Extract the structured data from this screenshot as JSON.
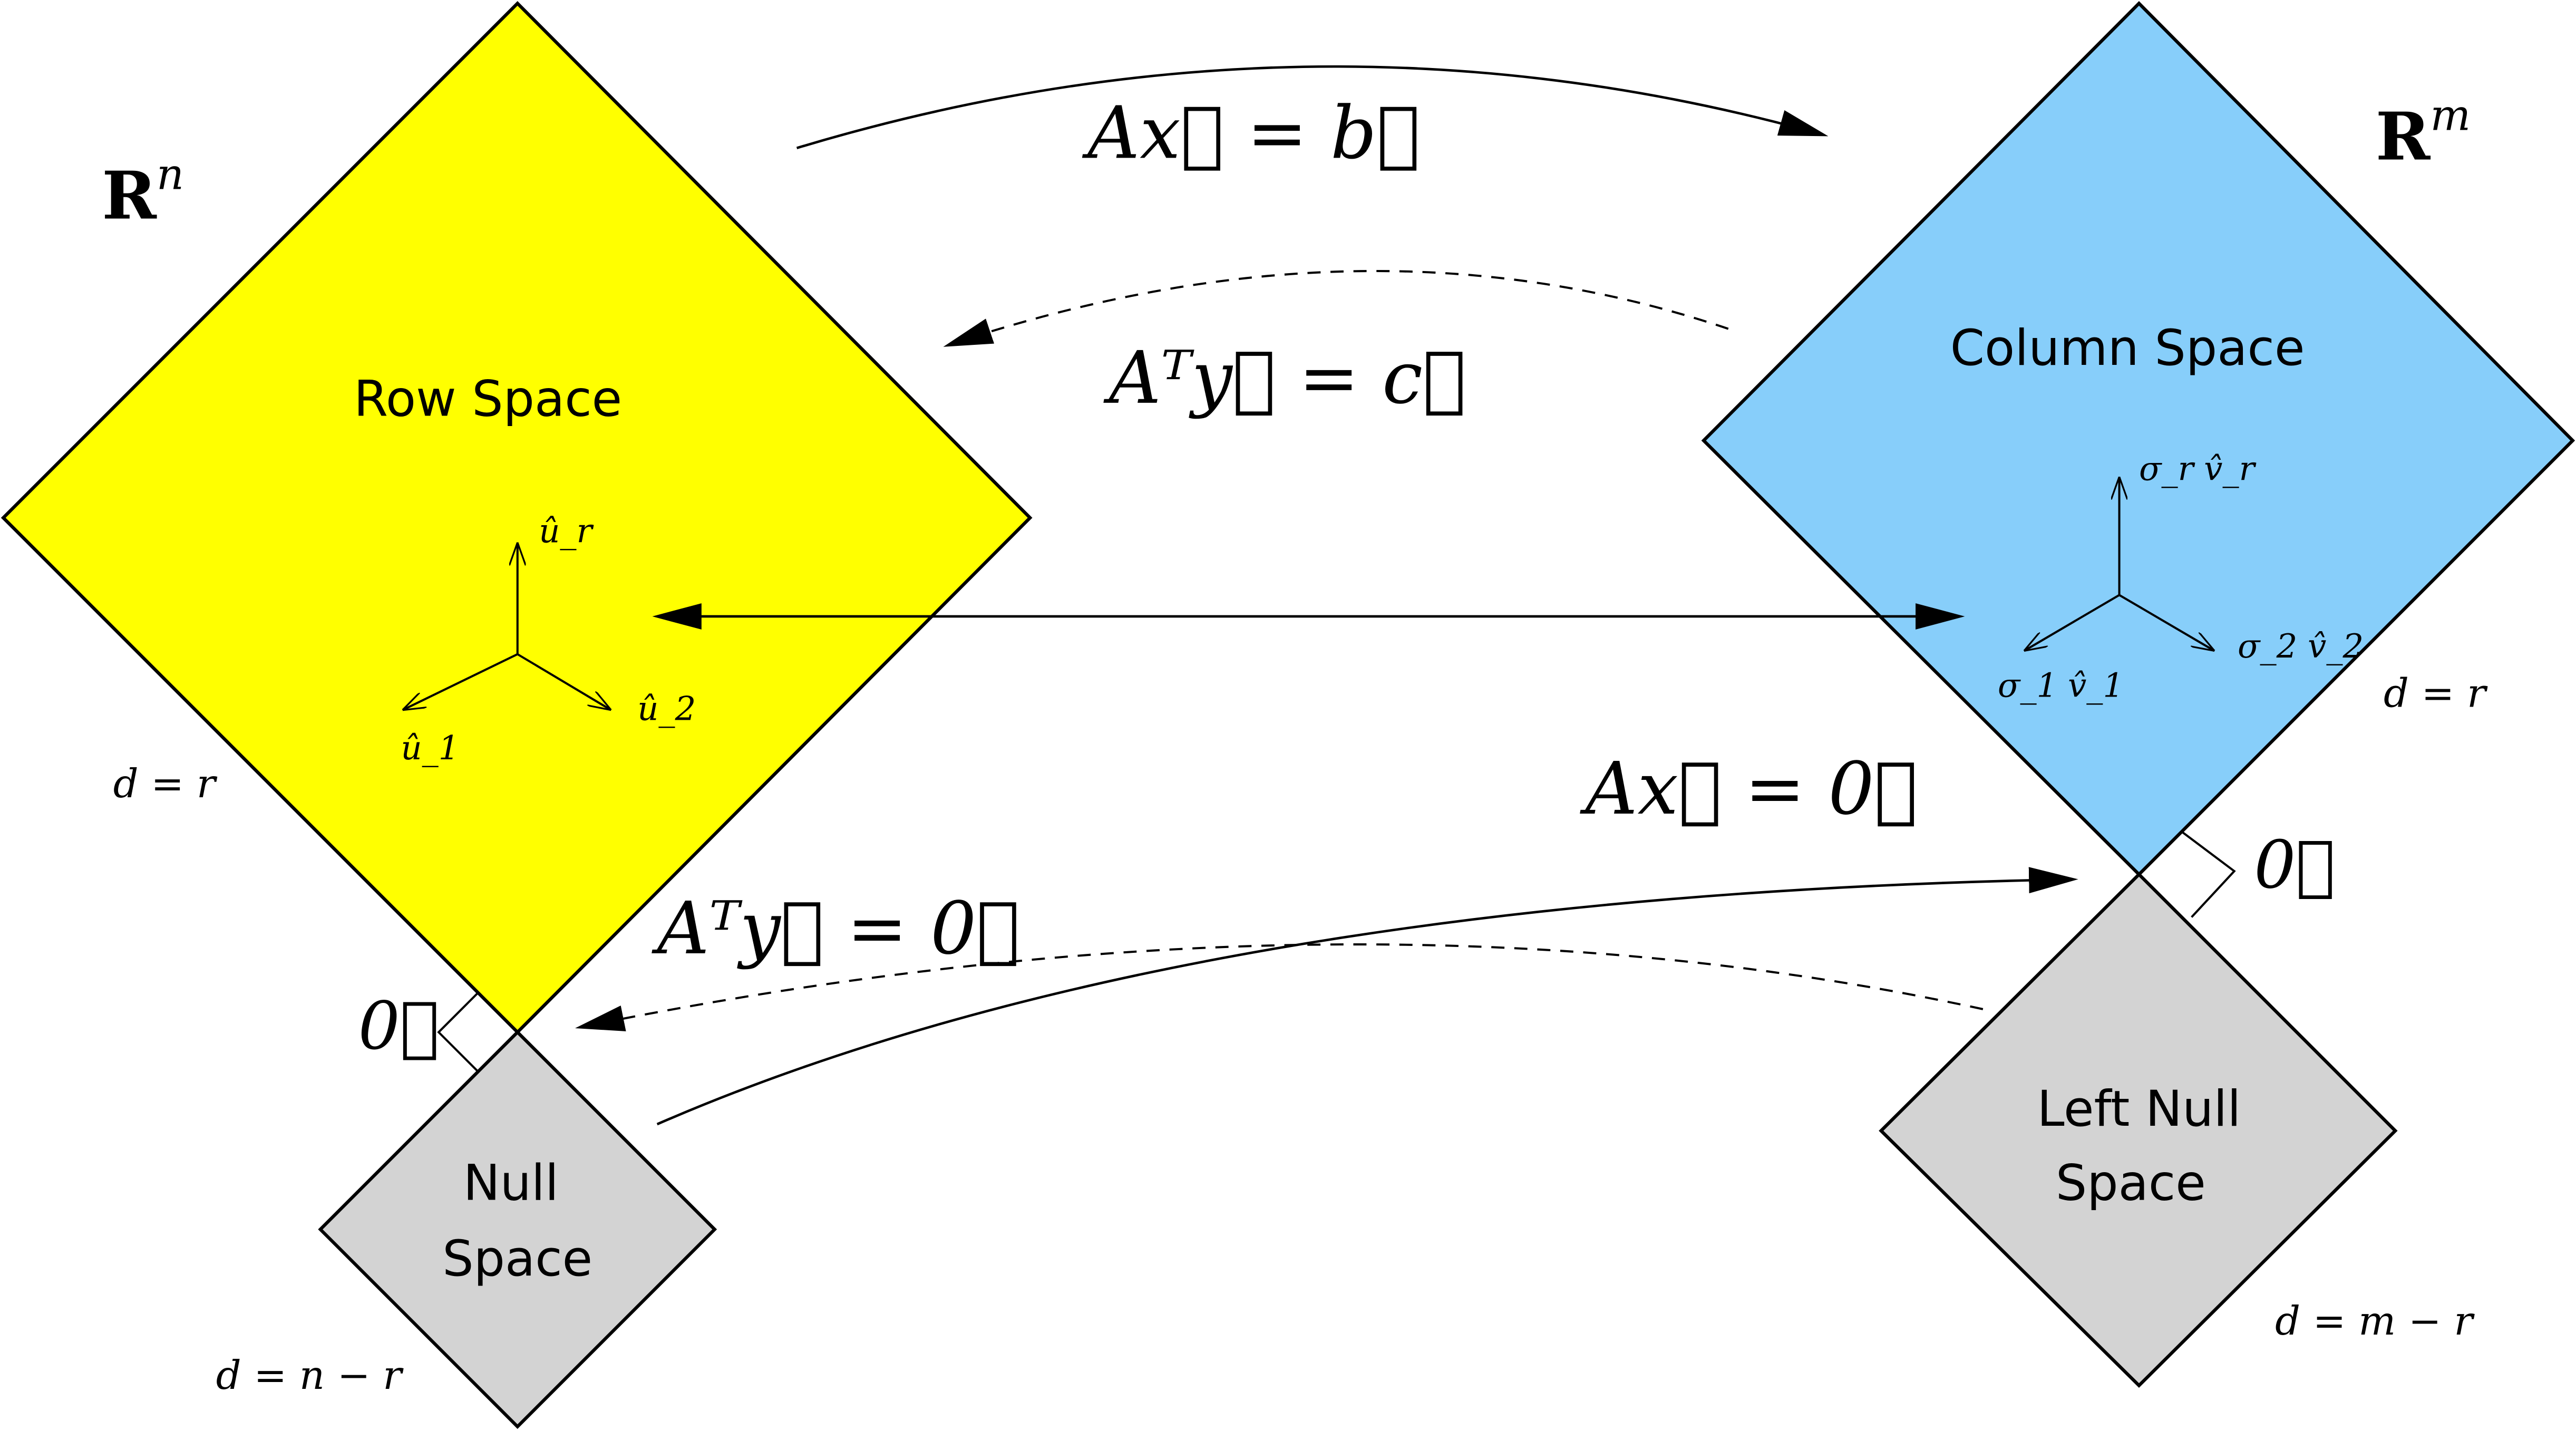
{
  "colors": {
    "row_space": "#ffff00",
    "column_space": "#87cefa",
    "null_spaces": "#d3d3d3",
    "stroke": "#000000"
  },
  "spaces": {
    "domain": {
      "label": "R",
      "exponent": "n"
    },
    "codomain": {
      "label": "R",
      "exponent": "m"
    }
  },
  "regions": {
    "row_space": {
      "label": "Row Space",
      "dimension": "d = r",
      "basis": [
        "û_r",
        "û_1",
        "û_2"
      ]
    },
    "column_space": {
      "label": "Column Space",
      "dimension": "d = r",
      "basis": [
        "σ_r v̂_r",
        "σ_1 v̂_1",
        "σ_2 v̂_2"
      ]
    },
    "null_space": {
      "label_lines": [
        "Null",
        "Space"
      ],
      "dimension": "d = n − r"
    },
    "left_null_space": {
      "label_lines": [
        "Left Null",
        "Space"
      ],
      "dimension": "d = m − r"
    }
  },
  "equations": {
    "forward": "Ax⃗ = b⃗",
    "transpose": "Aᵀy⃗ = c⃗",
    "null": "Ax⃗ = 0⃗",
    "left_null": "Aᵀy⃗ = 0⃗"
  },
  "zero_vectors": [
    "0⃗",
    "0⃗"
  ]
}
